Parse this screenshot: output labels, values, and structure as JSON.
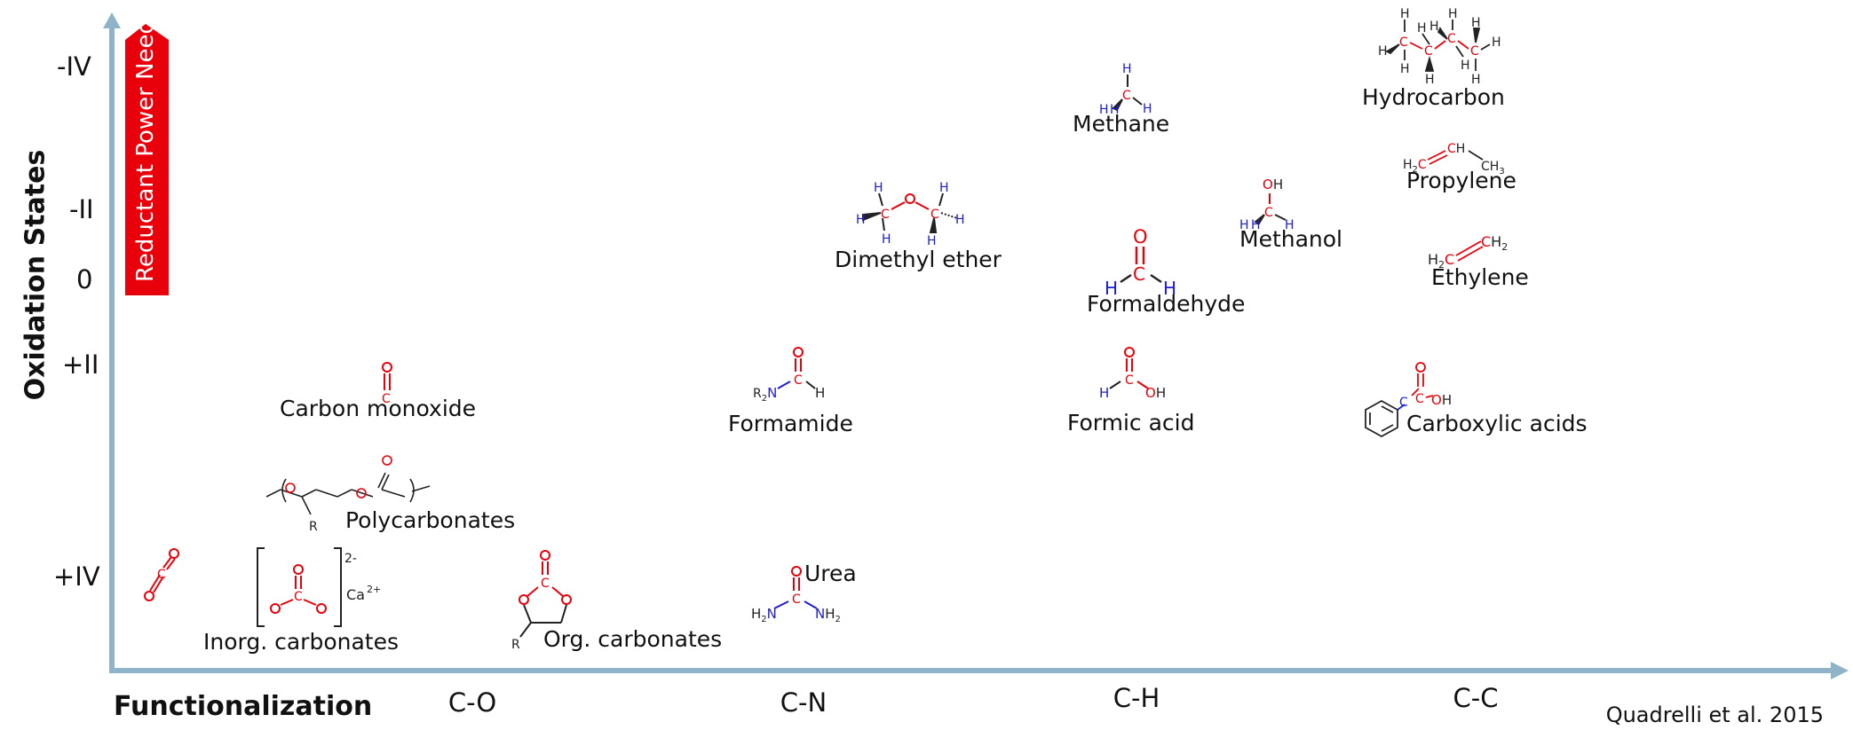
{
  "y_axis": {
    "label": "Oxidation States",
    "ticks": [
      "-IV",
      "-II",
      "0",
      "+II",
      "+IV"
    ]
  },
  "x_axis": {
    "label": "Functionalization",
    "categories": [
      "C-O",
      "C-N",
      "C-H",
      "C-C"
    ]
  },
  "arrow_label": "Reductant Power Need",
  "compounds": {
    "methane": "Methane",
    "hydrocarbon": "Hydrocarbon",
    "propylene": "Propylene",
    "dimethyl_ether": "Dimethyl ether",
    "methanol": "Methanol",
    "ethylene": "Ethylene",
    "formaldehyde": "Formaldehyde",
    "carbon_monoxide": "Carbon monoxide",
    "formamide": "Formamide",
    "formic_acid": "Formic acid",
    "carboxylic_acids": "Carboxylic acids",
    "polycarbonates": "Polycarbonates",
    "urea": "Urea",
    "inorg_carbonates": "Inorg. carbonates",
    "org_carbonates": "Org. carbonates"
  },
  "citation": "Quadrelli et al. 2015",
  "colors": {
    "axis": "#8fb3c8",
    "arrow": "#e8000b",
    "atom_carbon_oxygen": "#e8000b",
    "atom_h_n": "#1c1cd8"
  }
}
